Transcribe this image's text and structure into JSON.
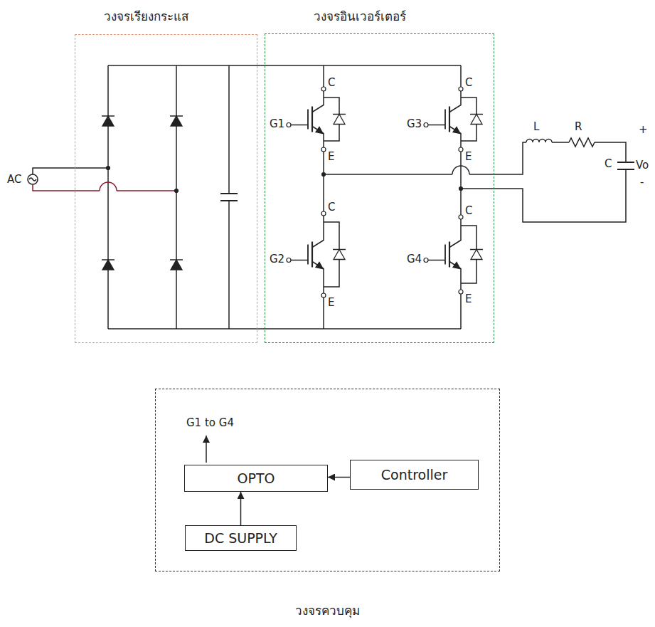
{
  "diagram": {
    "nodes": [
      {
        "text": [
          "วงจรเรียงกระแส"
        ]
      },
      {
        "text": [
          "วงจรอินเวอร์เตอร์"
        ]
      },
      {
        "text": [
          "วงจรควบคุม"
        ]
      },
      {
        "text": [
          "OPTO"
        ],
        "in": 2
      },
      {
        "text": [
          "Controller"
        ],
        "in": 2
      },
      {
        "text": [
          "DC SUPPLY"
        ],
        "in": 2
      }
    ],
    "edges": [
      {
        "from": 4,
        "to": 3,
        "arrow": "to"
      },
      {
        "from": 5,
        "to": 3,
        "arrow": "to"
      }
    ],
    "labels": [
      "AC",
      "G1",
      "C",
      "E",
      "G2",
      "C",
      "E",
      "G3",
      "C",
      "E",
      "G4",
      "C",
      "E",
      "L",
      "R",
      "C",
      "+",
      "Vo",
      "-",
      "G1 to G4"
    ]
  }
}
